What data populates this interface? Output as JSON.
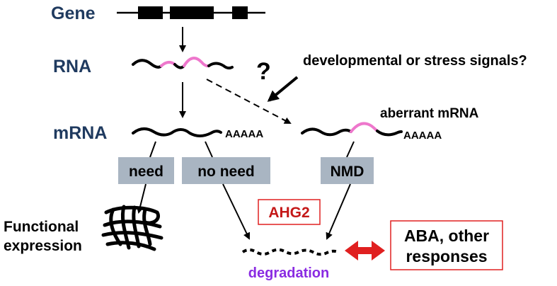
{
  "labels": {
    "gene": "Gene",
    "rna": "RNA",
    "mrna": "mRNA",
    "question": "?",
    "signals": "developmental or stress signals?",
    "aberrant": "aberrant mRNA",
    "polya_left": "AAAAA",
    "polya_right": "AAAAA",
    "functional_line1": "Functional",
    "functional_line2": "expression",
    "degradation": "degradation"
  },
  "boxes": {
    "need": "need",
    "no_need": "no need",
    "nmd": "NMD",
    "ahg2": "AHG2",
    "aba_line1": "ABA, other",
    "aba_line2": "responses"
  },
  "colors": {
    "title_blue": "#1f3a5f",
    "intron_pink": "#ee77cc",
    "box_gray": "#a9b5c2",
    "red": "#e02020",
    "purple": "#8a2be2"
  }
}
